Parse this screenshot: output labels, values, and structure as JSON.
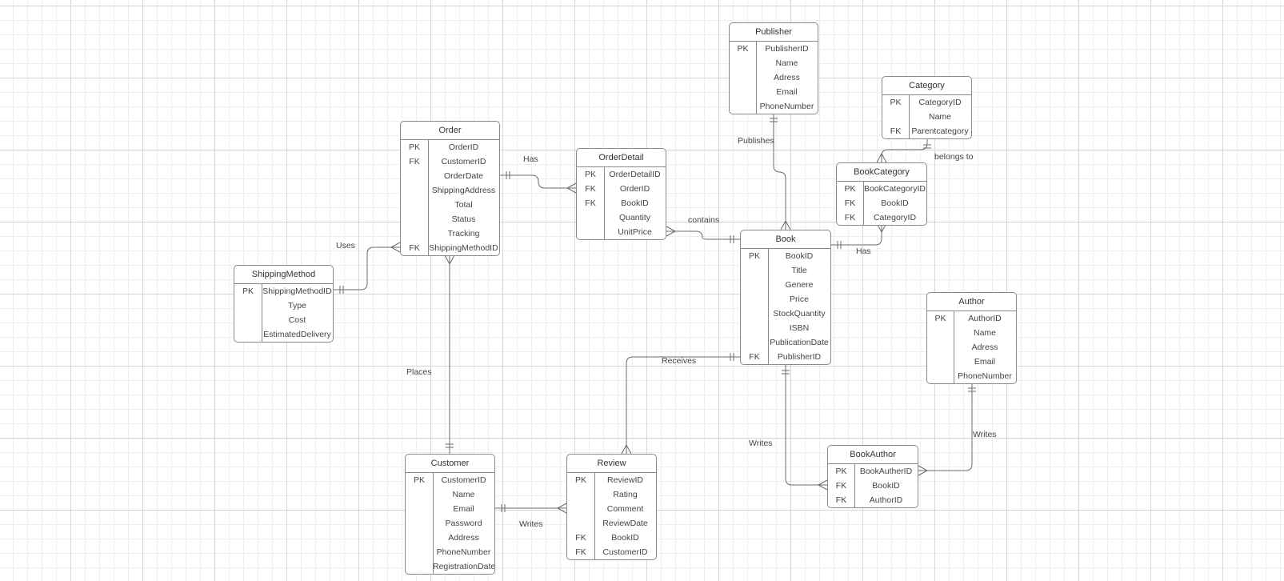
{
  "entities": [
    {
      "id": "publisher",
      "title": "Publisher",
      "attributes": [
        {
          "key": "PK",
          "name": "PublisherID"
        },
        {
          "key": "",
          "name": "Name"
        },
        {
          "key": "",
          "name": "Adress"
        },
        {
          "key": "",
          "name": "Email"
        },
        {
          "key": "",
          "name": "PhoneNumber"
        }
      ]
    },
    {
      "id": "category",
      "title": "Category",
      "attributes": [
        {
          "key": "PK",
          "name": "CategoryID"
        },
        {
          "key": "",
          "name": "Name"
        },
        {
          "key": "FK",
          "name": "Parentcategory"
        }
      ]
    },
    {
      "id": "order",
      "title": "Order",
      "attributes": [
        {
          "key": "PK",
          "name": "OrderID"
        },
        {
          "key": "FK",
          "name": "CustomerID"
        },
        {
          "key": "",
          "name": "OrderDate"
        },
        {
          "key": "",
          "name": "ShippingAddress"
        },
        {
          "key": "",
          "name": "Total"
        },
        {
          "key": "",
          "name": "Status"
        },
        {
          "key": "",
          "name": "Tracking"
        },
        {
          "key": "FK",
          "name": "ShippingMethodID"
        }
      ]
    },
    {
      "id": "orderdetail",
      "title": "OrderDetail",
      "attributes": [
        {
          "key": "PK",
          "name": "OrderDetailID"
        },
        {
          "key": "FK",
          "name": "OrderID"
        },
        {
          "key": "FK",
          "name": "BookID"
        },
        {
          "key": "",
          "name": "Quantity"
        },
        {
          "key": "",
          "name": "UnitPrice"
        }
      ]
    },
    {
      "id": "bookcategory",
      "title": "BookCategory",
      "attributes": [
        {
          "key": "PK",
          "name": "BookCategoryID"
        },
        {
          "key": "FK",
          "name": "BookID"
        },
        {
          "key": "FK",
          "name": "CategoryID"
        }
      ]
    },
    {
      "id": "book",
      "title": "Book",
      "attributes": [
        {
          "key": "PK",
          "name": "BookID"
        },
        {
          "key": "",
          "name": "Title"
        },
        {
          "key": "",
          "name": "Genere"
        },
        {
          "key": "",
          "name": "Price"
        },
        {
          "key": "",
          "name": "StockQuantity"
        },
        {
          "key": "",
          "name": "ISBN"
        },
        {
          "key": "",
          "name": "PublicationDate"
        },
        {
          "key": "FK",
          "name": "PublisherID"
        }
      ]
    },
    {
      "id": "shippingmethod",
      "title": "ShippingMethod",
      "attributes": [
        {
          "key": "PK",
          "name": "ShippingMethodID"
        },
        {
          "key": "",
          "name": "Type"
        },
        {
          "key": "",
          "name": "Cost"
        },
        {
          "key": "",
          "name": "EstimatedDelivery"
        }
      ]
    },
    {
      "id": "author",
      "title": "Author",
      "attributes": [
        {
          "key": "PK",
          "name": "AuthorID"
        },
        {
          "key": "",
          "name": "Name"
        },
        {
          "key": "",
          "name": "Adress"
        },
        {
          "key": "",
          "name": "Email"
        },
        {
          "key": "",
          "name": "PhoneNumber"
        }
      ]
    },
    {
      "id": "bookauthor",
      "title": "BookAuthor",
      "attributes": [
        {
          "key": "PK",
          "name": "BookAutherID"
        },
        {
          "key": "FK",
          "name": "BookID"
        },
        {
          "key": "FK",
          "name": "AuthorID"
        }
      ]
    },
    {
      "id": "customer",
      "title": "Customer",
      "attributes": [
        {
          "key": "PK",
          "name": "CustomerID"
        },
        {
          "key": "",
          "name": "Name"
        },
        {
          "key": "",
          "name": "Email"
        },
        {
          "key": "",
          "name": "Password"
        },
        {
          "key": "",
          "name": "Address"
        },
        {
          "key": "",
          "name": "PhoneNumber"
        },
        {
          "key": "",
          "name": "RegistrationDate"
        }
      ]
    },
    {
      "id": "review",
      "title": "Review",
      "attributes": [
        {
          "key": "PK",
          "name": "ReviewID"
        },
        {
          "key": "",
          "name": "Rating"
        },
        {
          "key": "",
          "name": "Comment"
        },
        {
          "key": "",
          "name": "ReviewDate"
        },
        {
          "key": "FK",
          "name": "BookID"
        },
        {
          "key": "FK",
          "name": "CustomerID"
        }
      ]
    }
  ],
  "relationships": [
    {
      "id": "publishes",
      "from": "publisher",
      "to": "book",
      "label": "Publishes",
      "from_cardinality": "one",
      "to_cardinality": "many"
    },
    {
      "id": "belongs-to",
      "from": "category",
      "to": "bookcategory",
      "label": "belongs to",
      "from_cardinality": "one",
      "to_cardinality": "many"
    },
    {
      "id": "order-has",
      "from": "order",
      "to": "orderdetail",
      "label": "Has",
      "from_cardinality": "one",
      "to_cardinality": "many"
    },
    {
      "id": "contains",
      "from": "book",
      "to": "orderdetail",
      "label": "contains",
      "from_cardinality": "one",
      "to_cardinality": "many"
    },
    {
      "id": "book-has",
      "from": "book",
      "to": "bookcategory",
      "label": "Has",
      "from_cardinality": "one",
      "to_cardinality": "many"
    },
    {
      "id": "uses",
      "from": "shippingmethod",
      "to": "order",
      "label": "Uses",
      "from_cardinality": "one",
      "to_cardinality": "many"
    },
    {
      "id": "places",
      "from": "customer",
      "to": "order",
      "label": "Places",
      "from_cardinality": "one",
      "to_cardinality": "many"
    },
    {
      "id": "receives",
      "from": "book",
      "to": "review",
      "label": "Receives",
      "from_cardinality": "one",
      "to_cardinality": "many"
    },
    {
      "id": "book-writes",
      "from": "book",
      "to": "bookauthor",
      "label": "Writes",
      "from_cardinality": "one",
      "to_cardinality": "many"
    },
    {
      "id": "author-writes",
      "from": "author",
      "to": "bookauthor",
      "label": "Writes",
      "from_cardinality": "one",
      "to_cardinality": "many"
    },
    {
      "id": "customer-writes",
      "from": "customer",
      "to": "review",
      "label": "Writes",
      "from_cardinality": "one",
      "to_cardinality": "many"
    }
  ]
}
